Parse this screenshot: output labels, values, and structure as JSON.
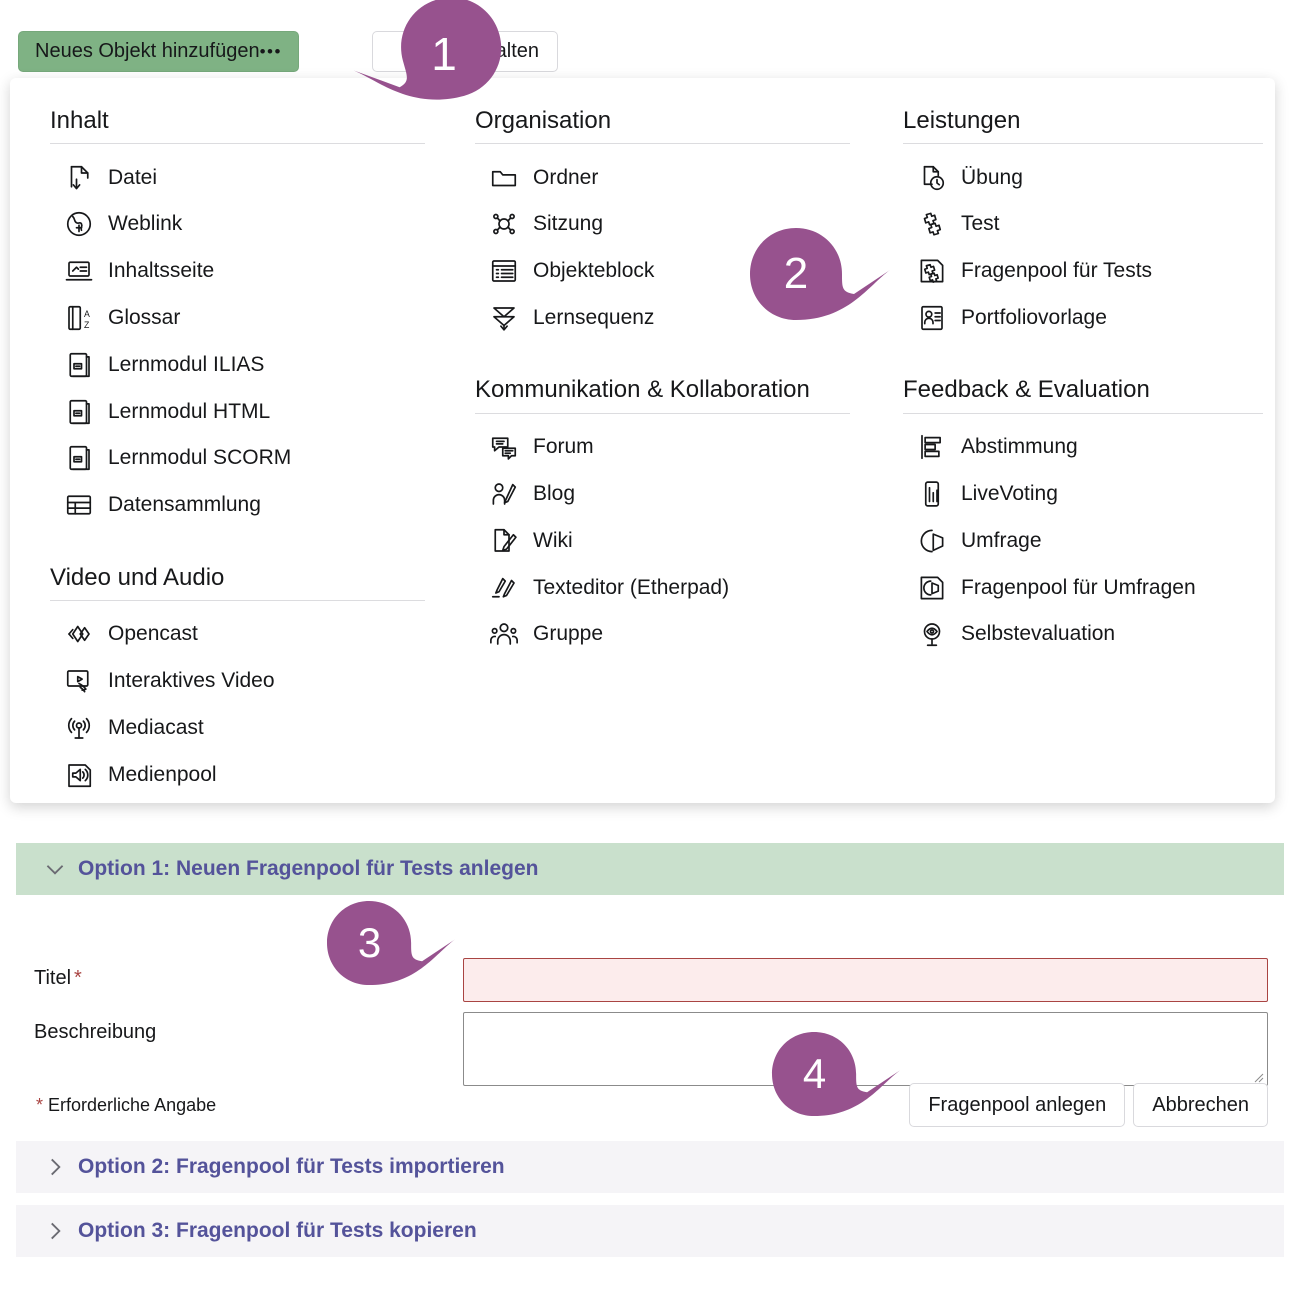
{
  "toolbar": {
    "add_button_label": "Neues Objekt hinzufügen",
    "add_button_dots": "•••",
    "manage_button_label": "alten"
  },
  "dropdown": {
    "groups": [
      {
        "column": 1,
        "title": "Inhalt",
        "items": [
          {
            "label": "Datei",
            "icon": "file-download-icon"
          },
          {
            "label": "Weblink",
            "icon": "globe-link-icon"
          },
          {
            "label": "Inhaltsseite",
            "icon": "content-page-icon"
          },
          {
            "label": "Glossar",
            "icon": "glossary-az-icon"
          },
          {
            "label": "Lernmodul ILIAS",
            "icon": "learning-module-icon"
          },
          {
            "label": "Lernmodul HTML",
            "icon": "learning-module-icon"
          },
          {
            "label": "Lernmodul SCORM",
            "icon": "learning-module-icon"
          },
          {
            "label": "Datensammlung",
            "icon": "table-grid-icon"
          }
        ]
      },
      {
        "column": 1,
        "title": "Video und Audio",
        "items": [
          {
            "label": "Opencast",
            "icon": "opencast-diamond-icon"
          },
          {
            "label": "Interaktives Video",
            "icon": "interactive-video-icon"
          },
          {
            "label": "Mediacast",
            "icon": "broadcast-antenna-icon"
          },
          {
            "label": "Medienpool",
            "icon": "speaker-pool-icon"
          }
        ]
      },
      {
        "column": 2,
        "title": "Organisation",
        "items": [
          {
            "label": "Ordner",
            "icon": "folder-icon"
          },
          {
            "label": "Sitzung",
            "icon": "session-nodes-icon"
          },
          {
            "label": "Objekteblock",
            "icon": "object-block-icon"
          },
          {
            "label": "Lernsequenz",
            "icon": "learning-sequence-icon"
          }
        ]
      },
      {
        "column": 2,
        "title": "Kommunikation & Kollaboration",
        "items": [
          {
            "label": "Forum",
            "icon": "forum-bubbles-icon"
          },
          {
            "label": "Blog",
            "icon": "blog-person-pencil-icon"
          },
          {
            "label": "Wiki",
            "icon": "wiki-page-pencil-icon"
          },
          {
            "label": "Texteditor (Etherpad)",
            "icon": "etherpad-pencil-icon"
          },
          {
            "label": "Gruppe",
            "icon": "group-people-icon"
          }
        ]
      },
      {
        "column": 3,
        "title": "Leistungen",
        "items": [
          {
            "label": "Übung",
            "icon": "exercise-clock-icon"
          },
          {
            "label": "Test",
            "icon": "test-puzzle-icon"
          },
          {
            "label": "Fragenpool für Tests",
            "icon": "question-pool-test-icon"
          },
          {
            "label": "Portfoliovorlage",
            "icon": "portfolio-template-icon"
          }
        ]
      },
      {
        "column": 3,
        "title": "Feedback & Evaluation",
        "items": [
          {
            "label": "Abstimmung",
            "icon": "poll-bars-icon"
          },
          {
            "label": "LiveVoting",
            "icon": "livevoting-phone-icon"
          },
          {
            "label": "Umfrage",
            "icon": "survey-piechart-icon"
          },
          {
            "label": "Fragenpool für Umfragen",
            "icon": "question-pool-survey-icon"
          },
          {
            "label": "Selbstevaluation",
            "icon": "self-evaluation-eye-icon"
          }
        ]
      }
    ]
  },
  "form": {
    "option1": {
      "header": "Option 1: Neuen Fragenpool für Tests anlegen",
      "expanded": true,
      "fields": {
        "titel_label": "Titel",
        "titel_required_marker": "*",
        "titel_value": "",
        "beschreibung_label": "Beschreibung",
        "beschreibung_value": ""
      },
      "required_hint_star": "*",
      "required_hint_text": "Erforderliche Angabe",
      "submit_label": "Fragenpool anlegen",
      "cancel_label": "Abbrechen"
    },
    "option2": {
      "header": "Option 2: Fragenpool für Tests importieren",
      "expanded": false
    },
    "option3": {
      "header": "Option 3: Fragenpool für Tests kopieren",
      "expanded": false
    }
  },
  "callouts": [
    {
      "number": "1",
      "direction": "left"
    },
    {
      "number": "2",
      "direction": "right"
    },
    {
      "number": "3",
      "direction": "right"
    },
    {
      "number": "4",
      "direction": "right"
    }
  ],
  "colors": {
    "accent_green": "#7fb284",
    "panel_green": "#c9e0cc",
    "callout_purple": "#97528e",
    "link_purple": "#54539a",
    "error_red": "#a94442",
    "error_bg": "#fcecec",
    "closed_header_bg": "#f5f4f7"
  }
}
